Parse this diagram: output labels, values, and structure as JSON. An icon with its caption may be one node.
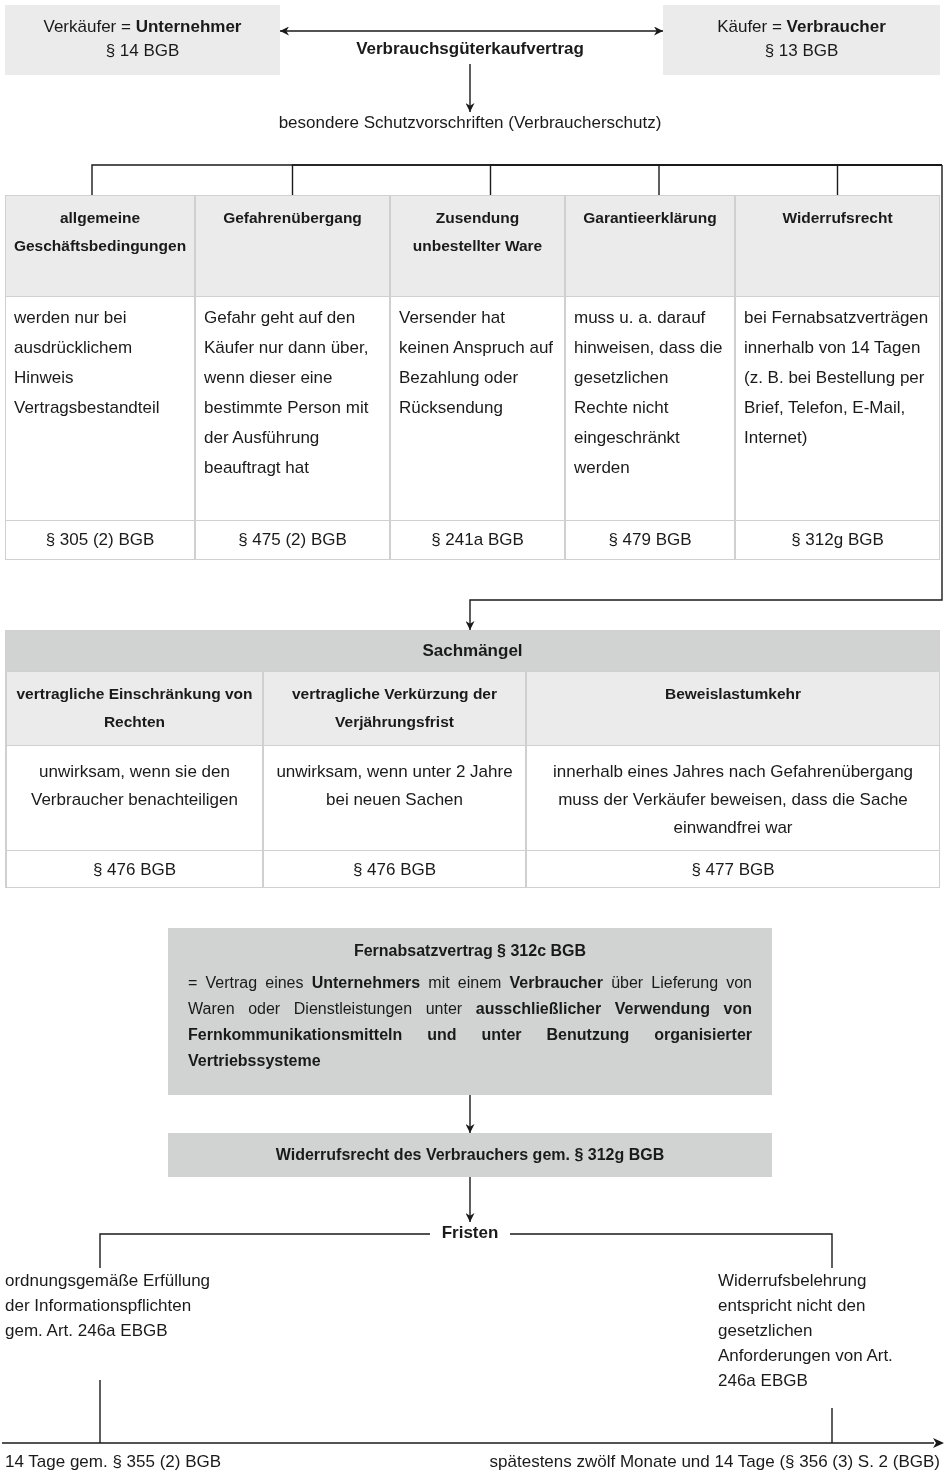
{
  "diagram": {
    "nodes": [
      {
        "text": [
          "Verkäufer = **Unternehmer**",
          "§ 14 BGB"
        ]
      },
      {
        "text": [
          "Verbrauchsgüterkaufvertrag"
        ]
      },
      {
        "text": [
          "Käufer = **Verbraucher**",
          "§ 13 BGB"
        ]
      },
      {
        "text": [
          "besondere Schutzvorschriften (Verbraucherschutz)"
        ]
      },
      {
        "text": [
          "allgemeine Geschäftsbedingungen",
          "werden nur bei ausdrücklichem Hinweis Vertragsbestandteil",
          "§ 305 (2) BGB"
        ]
      },
      {
        "text": [
          "Gefahrenübergang",
          "Gefahr geht auf den Käufer nur dann über, wenn dieser eine bestimmte Person mit der Ausführung beauftragt hat",
          "§ 475 (2) BGB"
        ]
      },
      {
        "text": [
          "Zusendung unbestellter Ware",
          "Versender hat keinen Anspruch auf Bezahlung oder Rücksendung",
          "§ 241a BGB"
        ]
      },
      {
        "text": [
          "Garantieerklärung",
          "muss u. a. darauf hinweisen, dass die gesetzlichen Rechte nicht eingeschränkt werden",
          "§ 479 BGB"
        ]
      },
      {
        "text": [
          "Widerrufsrecht",
          "bei Fernabsatzverträgen innerhalb von 14 Tagen (z. B. bei Bestellung per Brief, Telefon, E-Mail, Internet)",
          "§ 312g BGB"
        ]
      },
      {
        "text": [
          "Sachmängel"
        ]
      },
      {
        "text": [
          "vertragliche Einschränkung von Rechten",
          "unwirksam, wenn sie den Verbraucher benachteiligen",
          "§ 476 BGB"
        ],
        "in": 9
      },
      {
        "text": [
          "vertragliche Verkürzung der Verjährungsfrist",
          "unwirksam, wenn unter 2 Jahre bei neuen Sachen",
          "§ 476 BGB"
        ],
        "in": 9
      },
      {
        "text": [
          "Beweislastumkehr",
          "innerhalb eines Jahres nach Gefahrenübergang muss der Verkäufer beweisen, dass die Sache einwandfrei war",
          "§ 477 BGB"
        ],
        "in": 9
      },
      {
        "text": [
          "Fernabsatzvertrag § 312c BGB",
          "= Vertrag eines **Unternehmers** mit einem **Verbraucher** über Lieferung von Waren oder Dienstleistungen unter **ausschließlicher Verwendung von Fernkommunikationsmitteln und unter Benutzung organisierter Vertriebssysteme**"
        ]
      },
      {
        "text": [
          "Widerrufsrecht des Verbrauchers gem. § 312g BGB"
        ]
      },
      {
        "text": [
          "Fristen"
        ]
      },
      {
        "text": [
          "ordnungsgemäße Erfüllung der Informationspflichten gem. Art. 246a EBGB"
        ]
      },
      {
        "text": [
          "Widerrufsbelehrung entspricht nicht den gesetzlichen Anforderungen von Art. 246a EBGB"
        ]
      },
      {
        "text": [],
        "shape": "arrow"
      }
    ],
    "edges": [
      {
        "from": 0,
        "to": 2,
        "arrow": "both"
      },
      {
        "from": 1,
        "to": 3,
        "arrow": "to"
      },
      {
        "from": null,
        "to": 4,
        "arrow": "none"
      },
      {
        "from": null,
        "to": 5,
        "arrow": "none"
      },
      {
        "from": null,
        "to": 6,
        "arrow": "none"
      },
      {
        "from": null,
        "to": 7,
        "arrow": "none"
      },
      {
        "from": null,
        "to": 8,
        "arrow": "none"
      },
      {
        "from": null,
        "to": 9,
        "arrow": "to"
      },
      {
        "from": 13,
        "to": 14,
        "arrow": "to"
      },
      {
        "from": 14,
        "to": 15,
        "arrow": "to"
      },
      {
        "from": 15,
        "to": 16,
        "arrow": "none"
      },
      {
        "from": 15,
        "to": 17,
        "arrow": "none"
      },
      {
        "from": 16,
        "to": 18,
        "arrow": "none"
      },
      {
        "from": 17,
        "to": 18,
        "arrow": "none"
      }
    ],
    "labels": [
      "14 Tage gem. § 355 (2) BGB",
      "spätestens zwölf Monate und 14 Tage (§ 356 (3) S. 2 (BGB)"
    ]
  }
}
